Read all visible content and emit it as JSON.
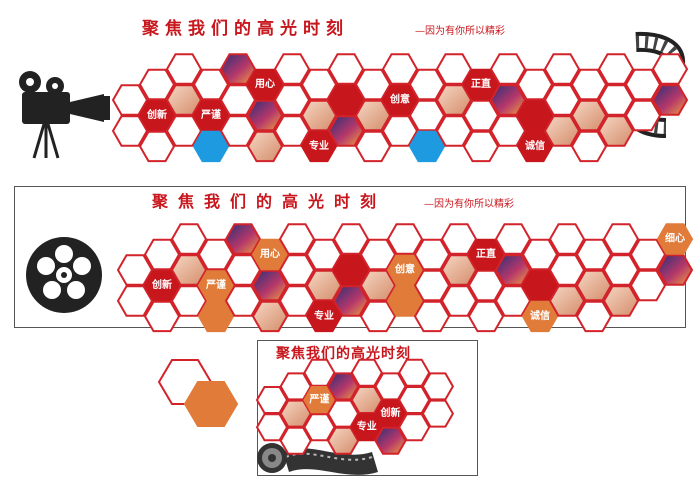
{
  "colors": {
    "red": "#c8161d",
    "orange": "#e07b39",
    "blue": "#1e9be0",
    "outline": "#d2232a",
    "dark": "#222222"
  },
  "panel_a": {
    "title": "聚焦我们的高光时刻",
    "subtitle": "—因为有你所以精彩",
    "labels": [
      "创新",
      "严谨",
      "用心",
      "专业",
      "创意",
      "正直",
      "诚信"
    ]
  },
  "panel_b": {
    "title": "聚焦我们的高光时刻",
    "subtitle": "—因为有你所以精彩",
    "labels": [
      "创新",
      "严谨",
      "用心",
      "专业",
      "创意",
      "正直",
      "诚信",
      "细心"
    ]
  },
  "panel_c": {
    "title": "聚焦我们的高光时刻",
    "labels": [
      "严谨",
      "创新",
      "专业"
    ]
  },
  "icons": [
    "movie-camera-icon",
    "film-strip-icon",
    "film-reel-icon",
    "film-roll-icon"
  ]
}
